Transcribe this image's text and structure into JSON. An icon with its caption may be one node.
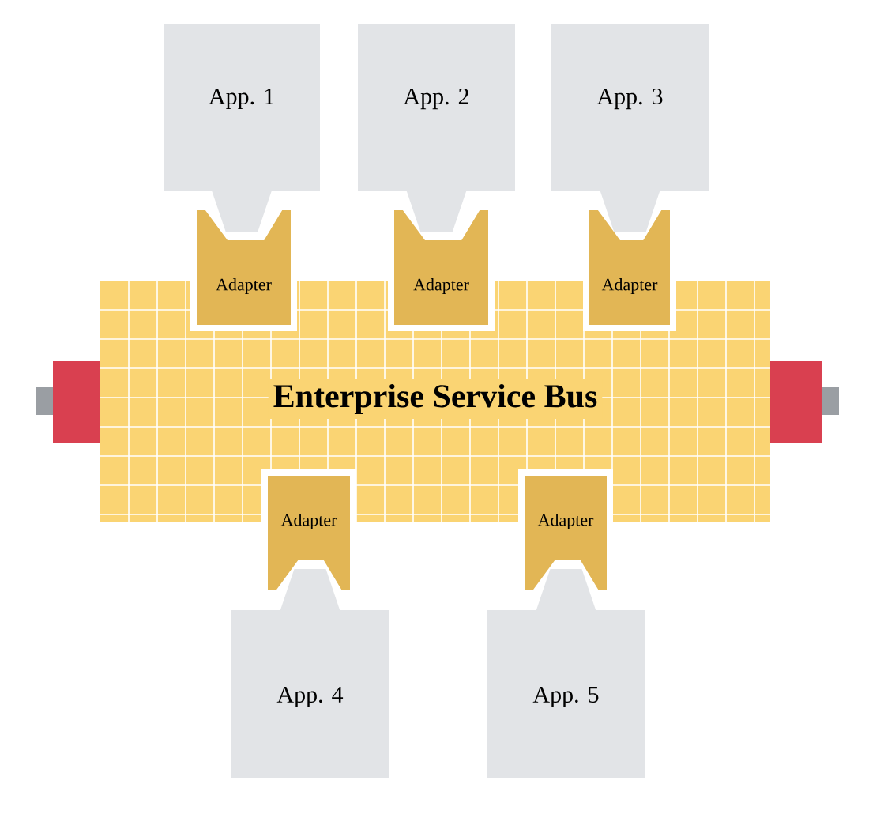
{
  "diagram": {
    "nodes": [
      {
        "text": [
          "App. 1"
        ]
      },
      {
        "text": [
          "App. 2"
        ]
      },
      {
        "text": [
          "App. 3"
        ]
      },
      {
        "text": [
          "Adapter"
        ]
      },
      {
        "text": [
          "Adapter"
        ]
      },
      {
        "text": [
          "Adapter"
        ]
      },
      {
        "text": [
          "Enterprise Service Bus"
        ]
      },
      {
        "text": [
          "Adapter"
        ]
      },
      {
        "text": [
          "Adapter"
        ]
      },
      {
        "text": [
          "App. 4"
        ]
      },
      {
        "text": [
          "App. 5"
        ]
      }
    ]
  }
}
